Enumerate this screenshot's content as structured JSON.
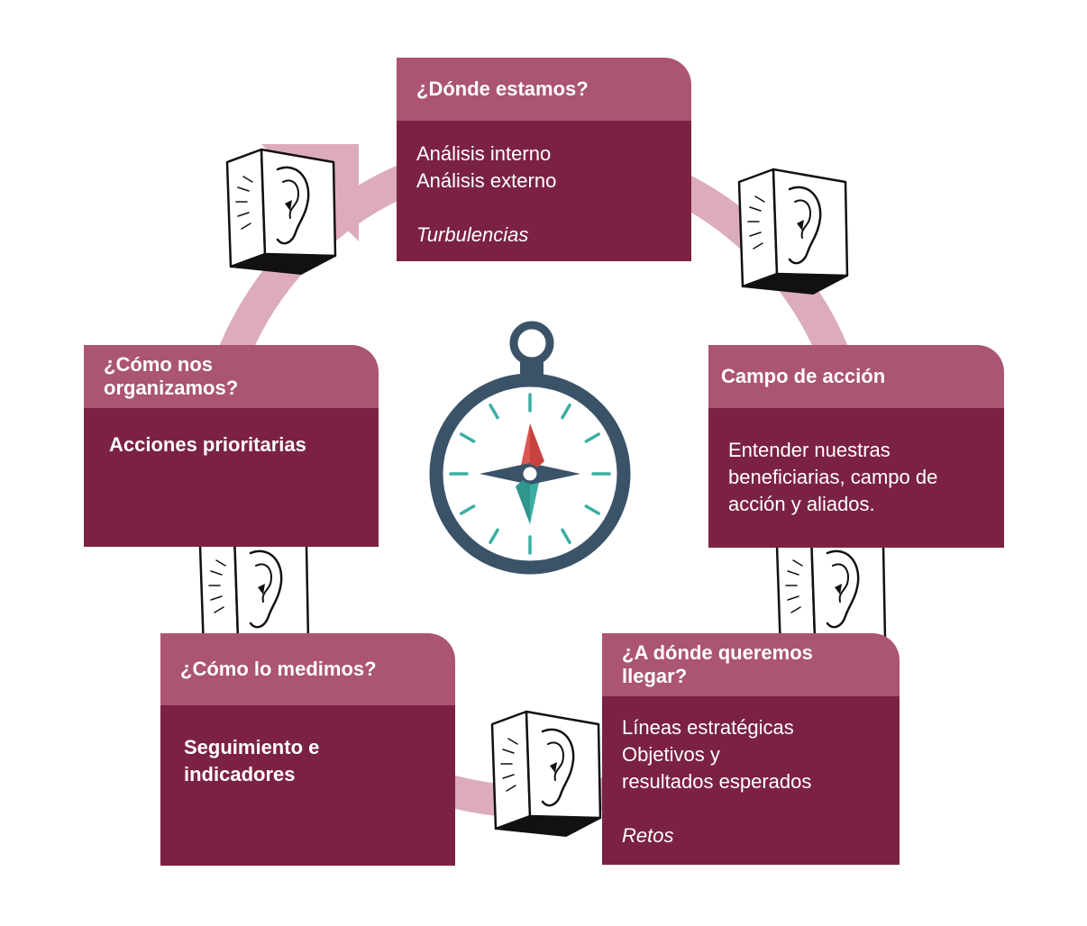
{
  "colors": {
    "header": "#ab5474",
    "body": "#7b2244",
    "ring": "#dcabbc",
    "compass_frame": "#3a5368",
    "needle_red": "#dc5653",
    "needle_teal": "#3aaea4",
    "tick": "#3aaea4"
  },
  "cards": [
    {
      "id": "donde-estamos",
      "title": "¿Dónde estamos?",
      "lines": [
        "Análisis interno",
        "Análisis externo"
      ],
      "italic": "Turbulencias"
    },
    {
      "id": "campo-de-accion",
      "title": "Campo de acción",
      "lines": [
        "Entender nuestras",
        "beneficiarias, campo de",
        "acción y aliados."
      ]
    },
    {
      "id": "a-donde-queremos-llegar",
      "title_lines": [
        "¿A dónde queremos",
        "llegar?"
      ],
      "lines": [
        "Líneas estratégicas",
        "Objetivos y",
        "resultados esperados"
      ],
      "italic": "Retos"
    },
    {
      "id": "como-lo-medimos",
      "title": "¿Cómo lo medimos?",
      "bold_lines": [
        "Seguimiento e",
        "indicadores"
      ]
    },
    {
      "id": "como-nos-organizamos",
      "title_lines": [
        "¿Cómo nos",
        "organizamos?"
      ],
      "bold_lines": [
        "Acciones prioritarias"
      ]
    }
  ],
  "icons": {
    "center": "compass-icon",
    "connectors": "ear-box-icon"
  }
}
